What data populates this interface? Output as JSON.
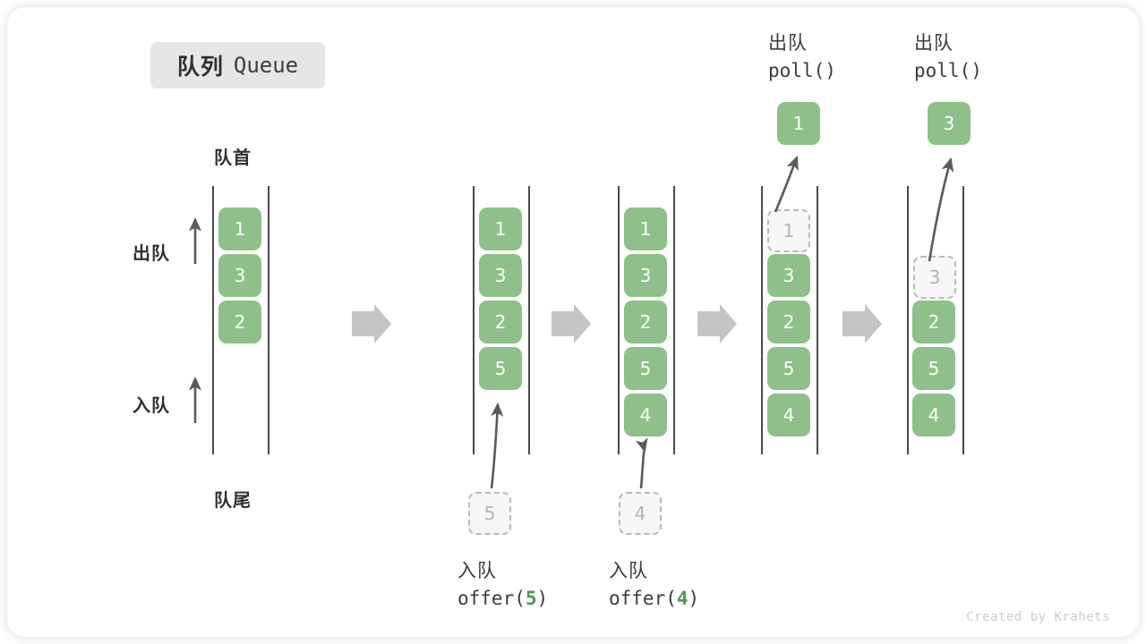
{
  "title": {
    "cn": "队列",
    "en": "Queue"
  },
  "labels": {
    "front": "队首",
    "rear": "队尾",
    "dequeue": "出队",
    "enqueue": "入队"
  },
  "watermark": "Created by Krahets",
  "colors": {
    "element_green": "#8ec08a",
    "ghost_border": "#b9b9b9",
    "ghost_text": "#b3b3b3",
    "rail": "#4a4a4a",
    "flow_arrow": "#c4c4c4",
    "curve_arrow": "#5a5a5a",
    "badge_bg": "#e6e6e6",
    "text_dark": "#2f2f2f",
    "accent_number": "#4e9a4e"
  },
  "columns": [
    {
      "id": "initial",
      "elements": [
        "1",
        "3",
        "2"
      ],
      "ghost_slot": null,
      "incoming": null,
      "popped": null,
      "caption": null
    },
    {
      "id": "after-offer-5",
      "elements": [
        "1",
        "3",
        "2",
        "5"
      ],
      "ghost_slot": null,
      "incoming": "5",
      "popped": null,
      "caption": {
        "cn": "入队",
        "code_prefix": "offer(",
        "code_value": "5",
        "code_suffix": ")"
      }
    },
    {
      "id": "after-offer-4",
      "elements": [
        "1",
        "3",
        "2",
        "5",
        "4"
      ],
      "ghost_slot": null,
      "incoming": "4",
      "popped": null,
      "caption": {
        "cn": "入队",
        "code_prefix": "offer(",
        "code_value": "4",
        "code_suffix": ")"
      }
    },
    {
      "id": "after-poll-1",
      "elements": [
        "3",
        "2",
        "5",
        "4"
      ],
      "ghost_slot": "1",
      "incoming": null,
      "popped": "1",
      "header": {
        "cn": "出队",
        "code": "poll()"
      }
    },
    {
      "id": "after-poll-3",
      "elements": [
        "2",
        "5",
        "4"
      ],
      "ghost_slot": "3",
      "incoming": null,
      "popped": "3",
      "header": {
        "cn": "出队",
        "code": "poll()"
      }
    }
  ],
  "flow_arrows": 4
}
